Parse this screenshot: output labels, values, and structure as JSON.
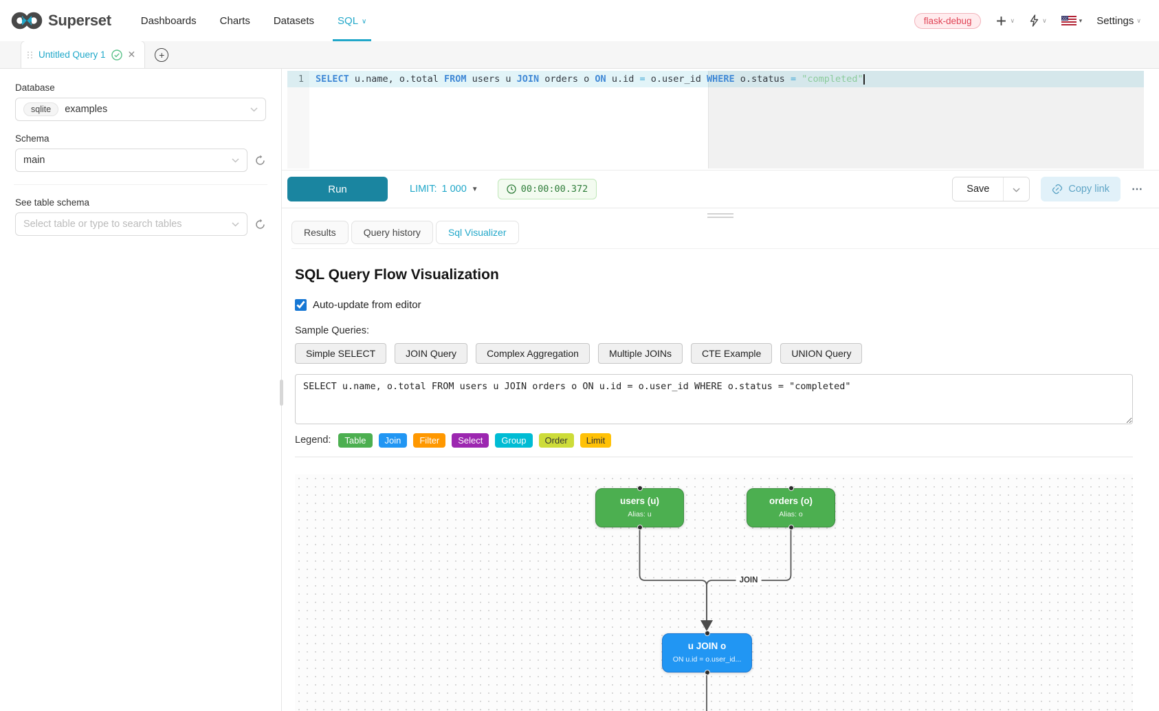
{
  "navbar": {
    "brand": "Superset",
    "items": [
      "Dashboards",
      "Charts",
      "Datasets",
      "SQL"
    ],
    "active_item": "SQL",
    "env_badge": "flask-debug",
    "settings": "Settings"
  },
  "tab_strip": {
    "active_tab": "Untitled Query 1"
  },
  "sidebar": {
    "database_label": "Database",
    "db_type": "sqlite",
    "db_name": "examples",
    "schema_label": "Schema",
    "schema_value": "main",
    "table_label": "See table schema",
    "table_placeholder": "Select table or type to search tables"
  },
  "editor": {
    "line_number": "1",
    "sql_tokens": [
      {
        "t": "SELECT",
        "c": "kw"
      },
      {
        "t": " u.name, o.total ",
        "c": "pl"
      },
      {
        "t": "FROM",
        "c": "kw"
      },
      {
        "t": " users u ",
        "c": "pl"
      },
      {
        "t": "JOIN",
        "c": "kw"
      },
      {
        "t": " orders o ",
        "c": "pl"
      },
      {
        "t": "ON",
        "c": "kw"
      },
      {
        "t": " u.id ",
        "c": "pl"
      },
      {
        "t": "=",
        "c": "op"
      },
      {
        "t": " o.user_id ",
        "c": "pl"
      },
      {
        "t": "WHERE",
        "c": "kw"
      },
      {
        "t": " o.status ",
        "c": "pl"
      },
      {
        "t": "=",
        "c": "op"
      },
      {
        "t": " ",
        "c": "pl"
      },
      {
        "t": "\"completed\"",
        "c": "str"
      }
    ]
  },
  "toolbar": {
    "run": "Run",
    "limit_label": "LIMIT:",
    "limit_value": "1 000",
    "timer": "00:00:00.372",
    "save": "Save",
    "copy_link": "Copy link",
    "more": "⋯"
  },
  "results_tabs": {
    "tabs": [
      "Results",
      "Query history",
      "Sql Visualizer"
    ],
    "active": "Sql Visualizer"
  },
  "visualizer": {
    "title": "SQL Query Flow Visualization",
    "auto_update_label": "Auto-update from editor",
    "auto_update_checked": true,
    "sample_label": "Sample Queries:",
    "samples": [
      "Simple SELECT",
      "JOIN Query",
      "Complex Aggregation",
      "Multiple JOINs",
      "CTE Example",
      "UNION Query"
    ],
    "query_text": "SELECT u.name, o.total FROM users u JOIN orders o ON u.id = o.user_id WHERE o.status = \"completed\"",
    "legend_label": "Legend:",
    "legend": [
      {
        "label": "Table",
        "color": "#4CAF50"
      },
      {
        "label": "Join",
        "color": "#2196F3"
      },
      {
        "label": "Filter",
        "color": "#FF9800"
      },
      {
        "label": "Select",
        "color": "#9C27B0"
      },
      {
        "label": "Group",
        "color": "#00BCD4"
      },
      {
        "label": "Order",
        "color": "#CDDC39"
      },
      {
        "label": "Limit",
        "color": "#FFC107"
      }
    ],
    "flow": {
      "nodes": [
        {
          "id": "users",
          "title": "users (u)",
          "subtitle": "Alias: u",
          "type": "table",
          "color": "#4CAF50"
        },
        {
          "id": "orders",
          "title": "orders (o)",
          "subtitle": "Alias: o",
          "type": "table",
          "color": "#4CAF50"
        },
        {
          "id": "join",
          "title": "u JOIN o",
          "subtitle": "ON u.id = o.user_id...",
          "type": "join",
          "color": "#2196F3"
        }
      ],
      "edge_label": "JOIN",
      "edge_color": "#555555"
    }
  },
  "colors": {
    "accent": "#20A7C9",
    "run_button": "#1A85A0",
    "env_badge_text": "#E04355"
  }
}
